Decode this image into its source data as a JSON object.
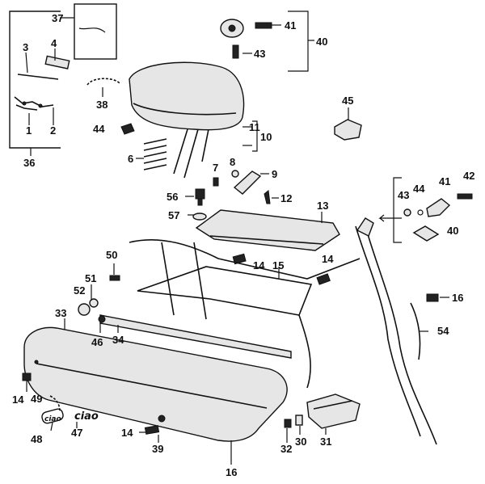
{
  "labels": [
    "37",
    "41",
    "40",
    "43",
    "3",
    "4",
    "45",
    "38",
    "44",
    "11",
    "10",
    "6",
    "8",
    "9",
    "7",
    "42",
    "41",
    "56",
    "43",
    "44",
    "12",
    "13",
    "57",
    "40",
    "50",
    "14",
    "15",
    "14",
    "51",
    "52",
    "16",
    "33",
    "46",
    "34",
    "54",
    "14",
    "49",
    "47",
    "48",
    "14",
    "39",
    "32",
    "30",
    "31",
    "16",
    "1",
    "2",
    "36"
  ],
  "badges": {
    "ciao_logo": "ciao",
    "ciao_badge": "ciao"
  }
}
